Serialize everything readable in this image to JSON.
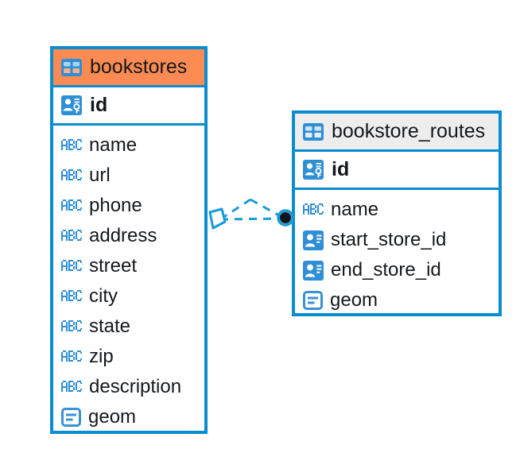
{
  "diagram": {
    "title": "entity-relationship-diagram",
    "colors": {
      "border": "#0b8cd0",
      "header_orange": "#fb8b52",
      "header_grey": "#ededed",
      "icon_blue": "#2f8fd6",
      "connector": "#1a9bd7",
      "text": "#14181c",
      "background": "#ffffff"
    },
    "entities": [
      {
        "name": "bookstores",
        "header_style": "orange",
        "table_icon": "table-icon",
        "primary_key": {
          "label": "id",
          "icon": "primary-key-icon"
        },
        "columns": [
          {
            "label": "name",
            "icon": "text-type-icon"
          },
          {
            "label": "url",
            "icon": "text-type-icon"
          },
          {
            "label": "phone",
            "icon": "text-type-icon"
          },
          {
            "label": "address",
            "icon": "text-type-icon"
          },
          {
            "label": "street",
            "icon": "text-type-icon"
          },
          {
            "label": "city",
            "icon": "text-type-icon"
          },
          {
            "label": "state",
            "icon": "text-type-icon"
          },
          {
            "label": "zip",
            "icon": "text-type-icon"
          },
          {
            "label": "description",
            "icon": "text-type-icon"
          },
          {
            "label": "geom",
            "icon": "geometry-type-icon"
          }
        ]
      },
      {
        "name": "bookstore_routes",
        "header_style": "grey",
        "table_icon": "table-icon",
        "primary_key": {
          "label": "id",
          "icon": "primary-key-icon"
        },
        "columns": [
          {
            "label": "name",
            "icon": "text-type-icon"
          },
          {
            "label": "start_store_id",
            "icon": "foreign-key-icon"
          },
          {
            "label": "end_store_id",
            "icon": "foreign-key-icon"
          },
          {
            "label": "geom",
            "icon": "geometry-type-icon"
          }
        ]
      }
    ],
    "relationship": {
      "from": "bookstores",
      "to": "bookstore_routes",
      "line_style": "dashed",
      "source_marker": "crows-foot-marker",
      "target_marker": "filled-circle-marker"
    }
  }
}
